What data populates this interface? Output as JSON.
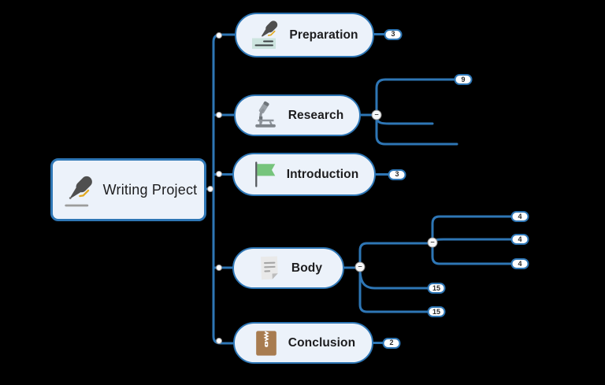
{
  "theme": {
    "line": "#2e76b5",
    "node_fill": "#ecf2fa",
    "node_border": "#2e76b5",
    "text": "#1d1d1f",
    "badge_bg": "#ffffff",
    "badge_border": "#2e76b5",
    "badge_text": "#2b2b2b",
    "collapse_bg": "#f7f7f7",
    "collapse_border": "#8f8f8f",
    "collapse_text": "#4a4a4a",
    "canvas_bg": "#000000",
    "flag_green": "#76c47c",
    "zip_brown": "#a87c50",
    "pen_gray": "#4f4f4f",
    "pen_accent_yellow": "#e2a922"
  },
  "ui": {
    "collapse_glyph": "−"
  },
  "root": {
    "label": "Writing Project",
    "icon": "marker-pen-icon"
  },
  "topics": {
    "preparation": {
      "label": "Preparation",
      "icon": "pen-and-paper-icon",
      "badge": "3"
    },
    "research": {
      "label": "Research",
      "icon": "microscope-icon",
      "badges": [
        "9"
      ]
    },
    "introduction": {
      "label": "Introduction",
      "icon": "flag-icon",
      "badge": "3"
    },
    "body": {
      "label": "Body",
      "icon": "document-icon",
      "sub_badges": [
        "4",
        "4",
        "4"
      ],
      "badges": [
        "15",
        "15"
      ]
    },
    "conclusion": {
      "label": "Conclusion",
      "icon": "zip-archive-icon",
      "badge": "2"
    }
  }
}
